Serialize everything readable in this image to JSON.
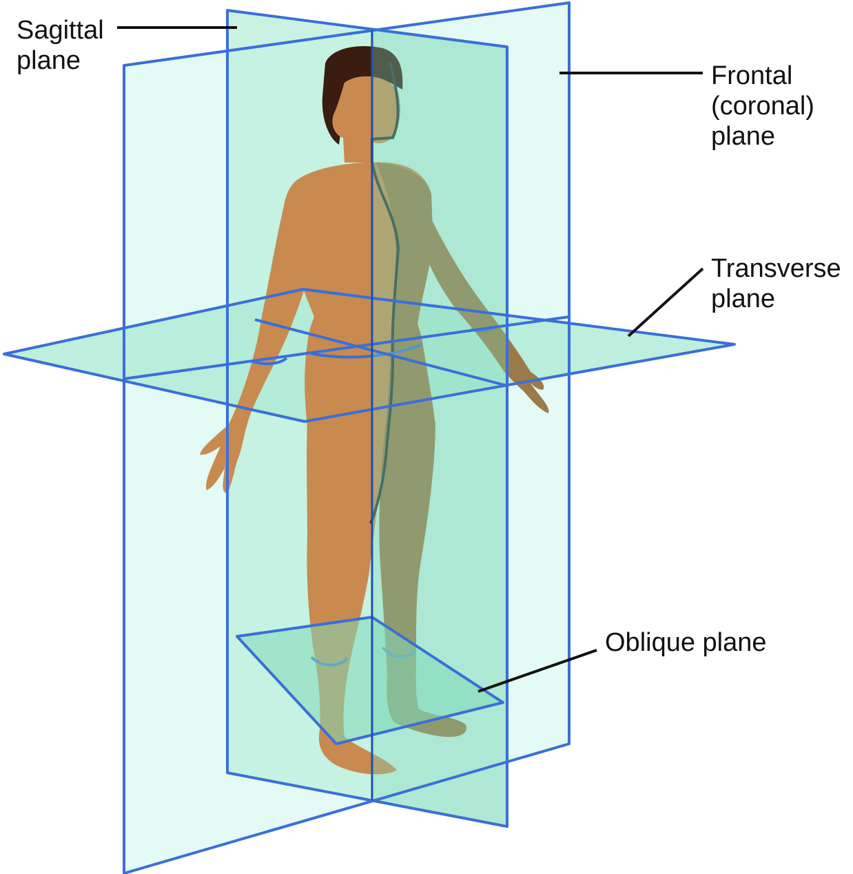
{
  "labels": {
    "sagittal": [
      "Sagittal",
      "plane"
    ],
    "frontal": [
      "Frontal",
      "(coronal)",
      "plane"
    ],
    "transverse": [
      "Transverse",
      "plane"
    ],
    "oblique": [
      "Oblique plane"
    ]
  },
  "colors": {
    "plane_edge": "#3a6fd8",
    "plane_fill_light": "#d9f7ef",
    "plane_fill_mid": "#aeead6",
    "plane_fill_dark": "#7fd8b8",
    "skin": "#c98a50",
    "skin_shadow": "#9a7a48",
    "hair": "#3a1c10",
    "leader": "#111111"
  }
}
